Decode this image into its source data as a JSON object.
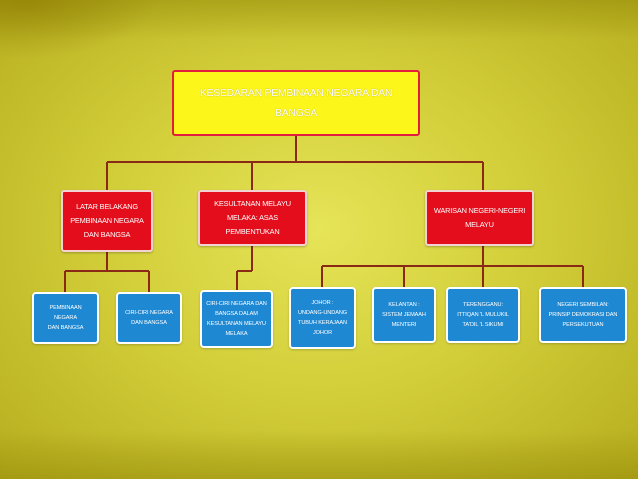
{
  "root": {
    "label": "KESEDARAN PEMBINAAN NEGARA DAN\nBANGSA"
  },
  "branches": [
    {
      "label": "LATAR BELAKANG\nPEMBINAAN NEGARA\nDAN BANGSA"
    },
    {
      "label": "KESULTANAN  MELAYU\nMELAKA: ASAS\nPEMBENTUKAN"
    },
    {
      "label": "WARISAN NEGERI-NEGERI\nMELAYU"
    }
  ],
  "leaves": [
    {
      "label": "PEMBINAAN NEGARA\nDAN BANGSA"
    },
    {
      "label": "CIRI-CIRI NEGARA\nDAN BANGSA"
    },
    {
      "label": "CIRI-CIRI NEGARA DAN\nBANGSA DALAM\nKESULTANAN MELAYU\nMELAKA"
    },
    {
      "label": "JOHOR :\nUNDANG-UNDANG\nTUBUH KERAJAAN\nJOHOR"
    },
    {
      "label": "KELANTAN :\nSISTEM JEMAAH\nMENTERI"
    },
    {
      "label": "TERENGGANU:\nITTIQAN 'L MULUKIL\nTA'DIL 'L SIKUMI"
    },
    {
      "label": "NEGERI SEMBILAN:\nPRINSIP DEMOKRASI DAN\nPERSEKUTUAN"
    }
  ],
  "colors": {
    "background": "#d3cf3a",
    "root_fill": "#fdf61b",
    "root_border": "#e21e3c",
    "branch_fill": "#e40d1b",
    "leaf_fill": "#1e88d3",
    "connector": "#8a2a16"
  }
}
